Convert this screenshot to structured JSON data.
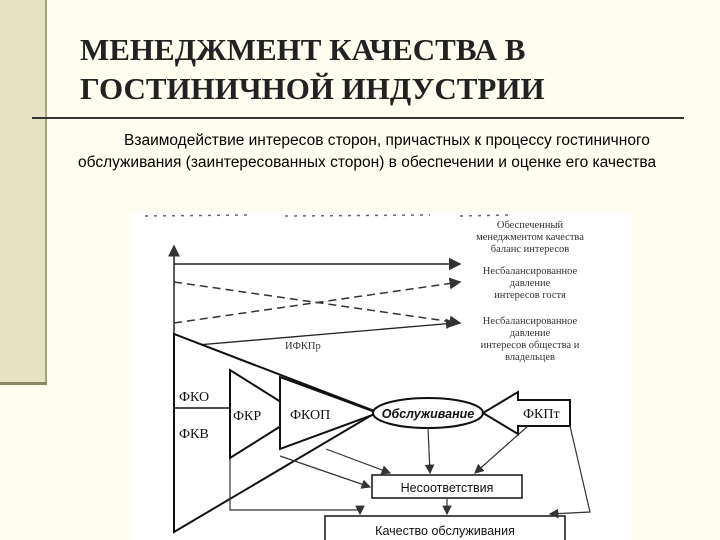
{
  "title": {
    "line1": "МЕНЕДЖМЕНТ КАЧЕСТВА В",
    "line2": "ГОСТИНИЧНОЙ ИНДУСТРИИ"
  },
  "subtitle": "Взаимодействие интересов сторон, причастных к процессу гостиничного обслуживания (заинтересованных сторон) в обеспечении и оценке его качества",
  "diagram": {
    "legend": [
      [
        "Обеспеченный",
        "менеджментом качества",
        "баланс интересов"
      ],
      [
        "Несбалансированное",
        "давление",
        "интересов гостя"
      ],
      [
        "Несбалансированное",
        "давление",
        "интересов общества и",
        "владельцев"
      ]
    ],
    "ifkpr": "ИФКПр",
    "fko": "ФКО",
    "fkv": "ФКВ",
    "fkr": "ФКР",
    "fkop": "ФКОП",
    "service": "Обслуживание",
    "fkpt": "ФКПт",
    "nonconformity": "Несоответствия",
    "quality": "Качество обслуживания"
  }
}
